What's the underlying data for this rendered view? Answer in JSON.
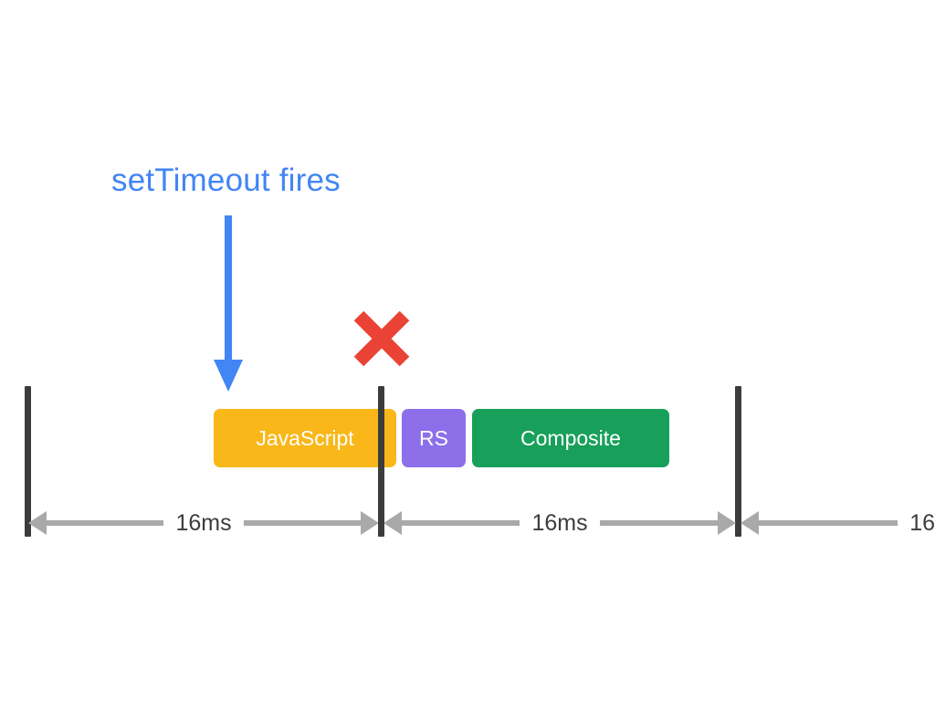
{
  "diagram": {
    "title_annotation": "setTimeout fires",
    "colors": {
      "annotation_blue": "#4285F4",
      "javascript_amber": "#F9B719",
      "recalc_style_purple": "#8C6FE9",
      "composite_green": "#18A05B",
      "tick_dark": "#3c3c3c",
      "arrow_gray": "#A9A9A9",
      "error_red": "#EA4335",
      "background": "#FFFFFF"
    },
    "bars": [
      {
        "id": "javascript",
        "label": "JavaScript",
        "color": "#F9B719"
      },
      {
        "id": "recalc-style",
        "label": "RS",
        "color": "#8C6FE9"
      },
      {
        "id": "composite",
        "label": "Composite",
        "color": "#18A05B"
      }
    ],
    "frames": [
      {
        "id": "frame-1",
        "label": "16ms"
      },
      {
        "id": "frame-2",
        "label": "16ms"
      },
      {
        "id": "frame-3",
        "label": "16"
      }
    ],
    "markers": {
      "missed_frame_icon": "red-x-mark",
      "timeout_pointer_icon": "blue-down-arrow"
    }
  }
}
